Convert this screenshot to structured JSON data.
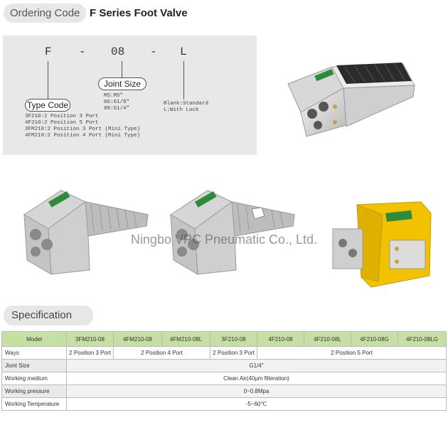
{
  "header": {
    "pill_label": "Ordering Code",
    "title": "F Series Foot Valve"
  },
  "ordering_code": {
    "code_parts": [
      "F",
      "-",
      "08",
      "-",
      "L"
    ],
    "type_code": {
      "label": "Type Code",
      "lines": [
        "3F210:2 Position 3 Port",
        "4F210:2 Position 5 Port",
        "3FM210:2 Position 3 Port (Mini Type)",
        "4FM210:2 Position 4 Port (Mini Type)"
      ]
    },
    "joint_size": {
      "label": "Joint Size",
      "lines": [
        "M5:M5\"",
        "06:G1/8\"",
        "08:G1/4\""
      ]
    },
    "lock": {
      "lines": [
        "Blank:Standard",
        "L:With Lock"
      ]
    }
  },
  "watermark": "Ningbo VPC Pneumatic Co., Ltd.",
  "specification": {
    "pill_label": "Specification",
    "header_label": "Model",
    "models": [
      "3FM210-08",
      "4FM210-08",
      "4FM210-08L",
      "3F210-08",
      "4F210-08",
      "4F210-08L",
      "4F210-08G",
      "4F210-08LG"
    ],
    "rows": {
      "ways": {
        "label": "Ways",
        "v1": "2 Position 3 Port",
        "v2": "2 Position 4 Port",
        "v3": "2 Position 3 Port",
        "v4": "2 Position 5 Port"
      },
      "joint": {
        "label": "Jiont Size",
        "value": "G1/4\""
      },
      "medium": {
        "label": "Working medium",
        "value": "Clean Air(40μm filteration)"
      },
      "pressure": {
        "label": "Working pressure",
        "value": "0~0.8Mpa"
      },
      "temperature": {
        "label": "Working Temperature",
        "value": "-5~60℃"
      }
    }
  },
  "colors": {
    "header_row": "#c6dfa3",
    "pill": "#e7e7e7",
    "guard_yellow": "#f2c100"
  }
}
